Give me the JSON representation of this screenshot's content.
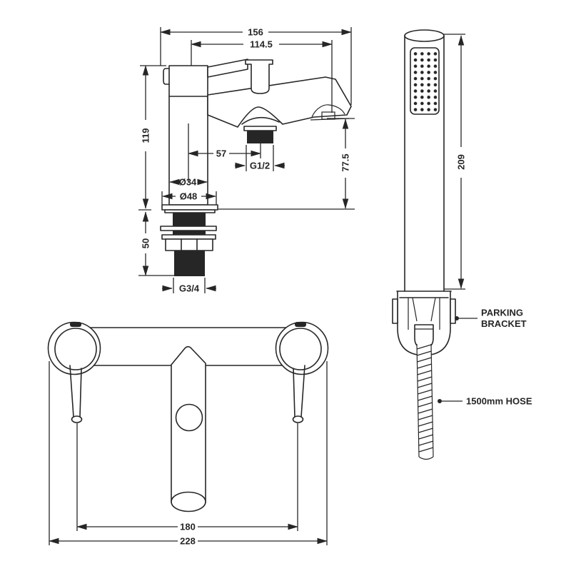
{
  "title": "Bath shower mixer tap technical drawing",
  "colors": {
    "background": "#ffffff",
    "line": "#262626"
  },
  "side_view": {
    "dims": {
      "overall_depth": "156",
      "spout_reach": "114.5",
      "height_above_deck": "119",
      "spout_outlet_offset": "57",
      "diverter_thread": "G1/2",
      "clearance_below_spout": "77.5",
      "body_diameter": "Ø34",
      "base_diameter": "Ø48",
      "shank_length": "50",
      "inlet_thread": "G3/4"
    }
  },
  "handset_view": {
    "dims": {
      "handset_length": "209"
    },
    "labels": {
      "parking_bracket_line1": "PARKING",
      "parking_bracket_line2": "BRACKET",
      "hose": "1500mm HOSE"
    }
  },
  "front_view": {
    "dims": {
      "handle_centres": "180",
      "overall_width": "228"
    }
  }
}
